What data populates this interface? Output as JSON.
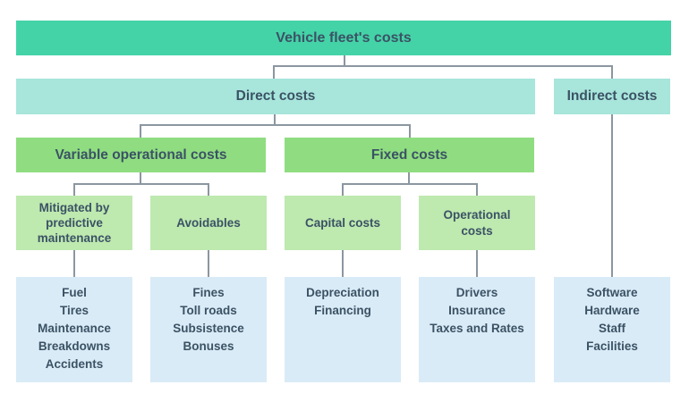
{
  "diagram": {
    "title": "Vehicle fleet's costs",
    "level2": {
      "direct": {
        "label": "Direct costs"
      },
      "indirect": {
        "label": "Indirect costs"
      }
    },
    "level3": {
      "variable": {
        "label": "Variable operational costs"
      },
      "fixed": {
        "label": "Fixed costs"
      }
    },
    "level4": {
      "mitigated": {
        "label": "Mitigated by predictive maintenance"
      },
      "avoidables": {
        "label": "Avoidables"
      },
      "capital": {
        "label": "Capital costs"
      },
      "operational": {
        "label": "Operational costs"
      }
    },
    "leaves": {
      "mitigated": {
        "items": [
          "Fuel",
          "Tires",
          "Maintenance",
          "Breakdowns",
          "Accidents"
        ]
      },
      "avoidables": {
        "items": [
          "Fines",
          "Toll roads",
          "Subsistence",
          "Bonuses"
        ]
      },
      "capital": {
        "items": [
          "Depreciation",
          "Financing"
        ]
      },
      "operational": {
        "items": [
          "Drivers",
          "Insurance",
          "Taxes and Rates"
        ]
      },
      "indirect": {
        "items": [
          "Software",
          "Hardware",
          "Staff",
          "Facilities"
        ]
      }
    },
    "colors": {
      "level1_bg": "#44D3A7",
      "level2_bg": "#A8E5DB",
      "level3_bg": "#8FDD80",
      "level4_bg": "#BEE9AF",
      "leaf_bg": "#D9EBF6",
      "text": "#3B5265",
      "connector": "#8B96A0",
      "background": "#FFFFFF"
    }
  }
}
